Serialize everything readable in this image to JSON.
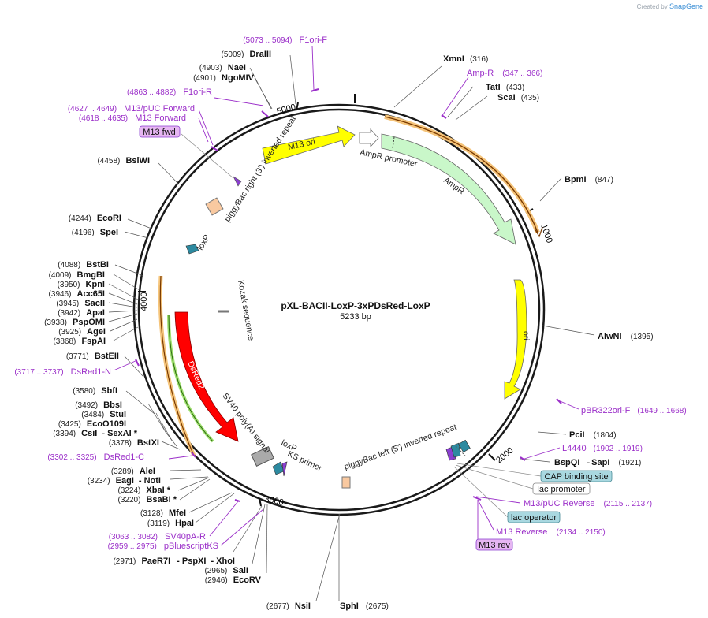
{
  "plasmid": {
    "name": "pXL-BACII-LoxP-3xPDsRed-LoxP",
    "length_label": "5233 bp"
  },
  "credit": {
    "prefix": "Created by",
    "brand": "SnapGene"
  },
  "ruler": [
    "1000",
    "2000",
    "3000",
    "4000",
    "5000"
  ],
  "sites": [
    {
      "name": "XmnI",
      "pos": "(316)"
    },
    {
      "name": "TatI",
      "pos": "(433)"
    },
    {
      "name": "ScaI",
      "pos": "(435)"
    },
    {
      "name": "BpmI",
      "pos": "(847)"
    },
    {
      "name": "AlwNI",
      "pos": "(1395)"
    },
    {
      "name": "PciI",
      "pos": "(1804)"
    },
    {
      "name": "BspQI",
      "sep": "-",
      "name2": "SapI",
      "pos": "(1921)"
    },
    {
      "name": "SphI",
      "pos": "(2675)"
    },
    {
      "name": "NsiI",
      "pos": "(2677)"
    },
    {
      "name": "EcoRV",
      "pos": "(2946)"
    },
    {
      "name": "SalI",
      "pos": "(2965)"
    },
    {
      "name": "PaeR7I",
      "sep": "- PspXI",
      "name2": "- XhoI",
      "pos": "(2971)"
    },
    {
      "name": "HpaI",
      "pos": "(3119)"
    },
    {
      "name": "MfeI",
      "pos": "(3128)"
    },
    {
      "name": "BsaBI *",
      "pos": "(3220)"
    },
    {
      "name": "XbaI *",
      "pos": "(3224)"
    },
    {
      "name": "EagI",
      "sep": "- NotI",
      "pos": "(3234)"
    },
    {
      "name": "AleI",
      "pos": "(3289)"
    },
    {
      "name": "BstXI",
      "pos": "(3378)"
    },
    {
      "name": "CsiI",
      "sep": "- SexAI *",
      "pos": "(3394)"
    },
    {
      "name": "EcoO109I",
      "pos": "(3425)"
    },
    {
      "name": "StuI",
      "pos": "(3484)"
    },
    {
      "name": "BbsI",
      "pos": "(3492)"
    },
    {
      "name": "SbfI",
      "pos": "(3580)"
    },
    {
      "name": "BstEII",
      "pos": "(3771)"
    },
    {
      "name": "FspAI",
      "pos": "(3868)"
    },
    {
      "name": "AgeI",
      "pos": "(3925)"
    },
    {
      "name": "PspOMI",
      "pos": "(3938)"
    },
    {
      "name": "ApaI",
      "pos": "(3942)"
    },
    {
      "name": "SacII",
      "pos": "(3945)"
    },
    {
      "name": "Acc65I",
      "pos": "(3946)"
    },
    {
      "name": "KpnI",
      "pos": "(3950)"
    },
    {
      "name": "BmgBI",
      "pos": "(4009)"
    },
    {
      "name": "BstBI",
      "pos": "(4088)"
    },
    {
      "name": "SpeI",
      "pos": "(4196)"
    },
    {
      "name": "EcoRI",
      "pos": "(4244)"
    },
    {
      "name": "BsiWI",
      "pos": "(4458)"
    },
    {
      "name": "NgoMIV",
      "pos": "(4901)"
    },
    {
      "name": "NaeI",
      "pos": "(4903)"
    },
    {
      "name": "DraIII",
      "pos": "(5009)"
    }
  ],
  "primers": [
    {
      "name": "F1ori-F",
      "range": "(5073 .. 5094)"
    },
    {
      "name": "F1ori-R",
      "range": "(4863 .. 4882)"
    },
    {
      "name": "M13/pUC Forward",
      "range": "(4627 .. 4649)"
    },
    {
      "name": "M13 Forward",
      "range": "(4618 .. 4635)"
    },
    {
      "name": "Amp-R",
      "range": "(347 .. 366)"
    },
    {
      "name": "pBR322ori-F",
      "range": "(1649 .. 1668)"
    },
    {
      "name": "L4440",
      "range": "(1902 .. 1919)"
    },
    {
      "name": "M13/pUC Reverse",
      "range": "(2115 .. 2137)"
    },
    {
      "name": "M13 Reverse",
      "range": "(2134 .. 2150)"
    },
    {
      "name": "DsRed1-N",
      "range": "(3717 .. 3737)"
    },
    {
      "name": "DsRed1-C",
      "range": "(3302 .. 3325)"
    },
    {
      "name": "SV40pA-R",
      "range": "(3063 .. 3082)"
    },
    {
      "name": "pBluescriptKS",
      "range": "(2959 .. 2975)"
    }
  ],
  "boxed": [
    "M13 fwd",
    "CAP binding site",
    "lac promoter",
    "lac operator",
    "M13 rev"
  ],
  "features": [
    "M13 ori",
    "AmpR promoter",
    "AmpR",
    "ori",
    "piggyBac right (3') inverted repeat",
    "loxP",
    "Kozak sequence",
    "DsRed2",
    "SV40 poly(A) signal",
    "loxP",
    "KS primer",
    "piggyBac left (5') inverted repeat"
  ],
  "colors": {
    "backbone": "#1a1a1a",
    "primer": "#9b2fc9",
    "ampr": "#c9f7c9",
    "ori": "#ffff00",
    "dsred": "#ff0000",
    "orf": "#f5c47a",
    "loxp": "#2d8aa0",
    "caption_box": "#a9d8e0",
    "primer_box": "#e6b6f2"
  }
}
